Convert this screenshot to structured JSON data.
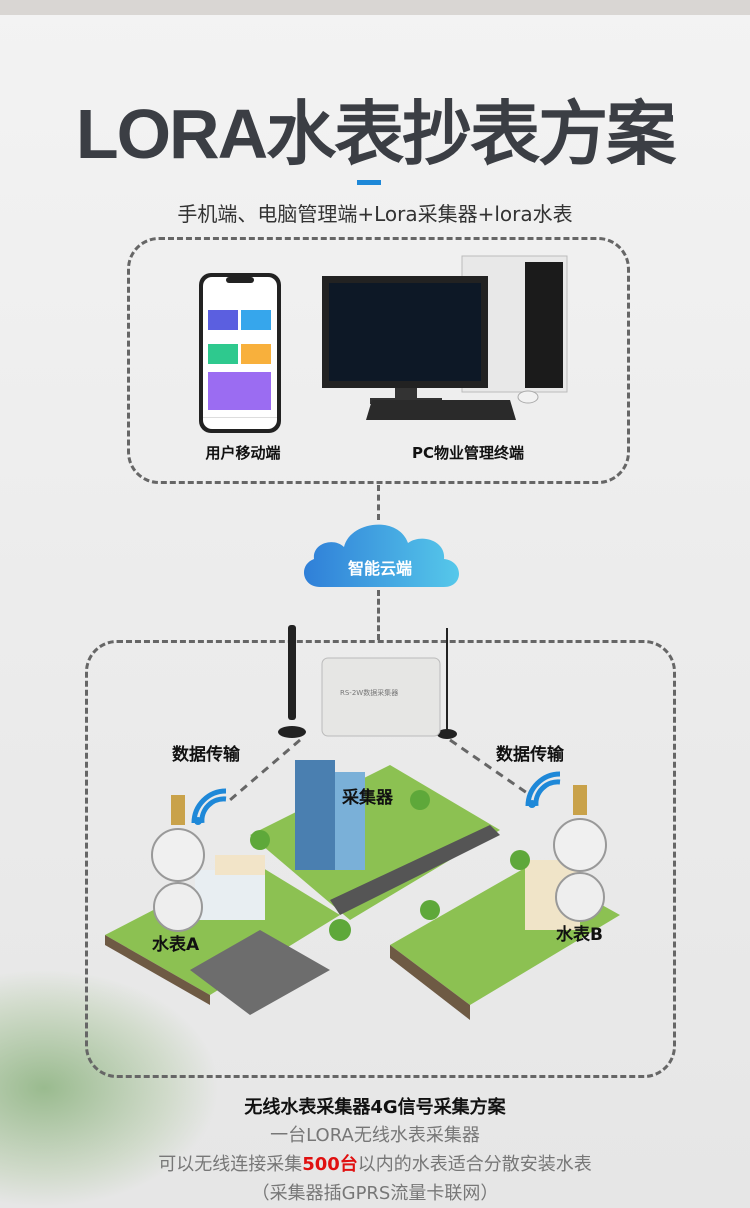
{
  "header": {
    "title": "LORA水表抄表方案",
    "subtitle": "手机端、电脑管理端+Lora采集器+lora水表"
  },
  "terminals": {
    "mobile_label": "用户移动端",
    "pc_label": "PC物业管理终端"
  },
  "cloud": {
    "label": "智能云端"
  },
  "network": {
    "transmit_left": "数据传输",
    "transmit_right": "数据传输",
    "collector": "采集器",
    "collector_device_text": "RS-2W数据采集器",
    "meter_a": "水表A",
    "meter_b": "水表B"
  },
  "footer": {
    "heading": "无线水表采集器4G信号采集方案",
    "line1": "一台LORA无线水表采集器",
    "line2_pre": "可以无线连接采集",
    "line2_highlight": "500台",
    "line2_post": "以内的水表适合分散安装水表",
    "line3": "（采集器插GPRS流量卡联网）"
  },
  "colors": {
    "accent": "#1e88d8",
    "highlight": "#e01010",
    "title": "#3b3e44"
  }
}
